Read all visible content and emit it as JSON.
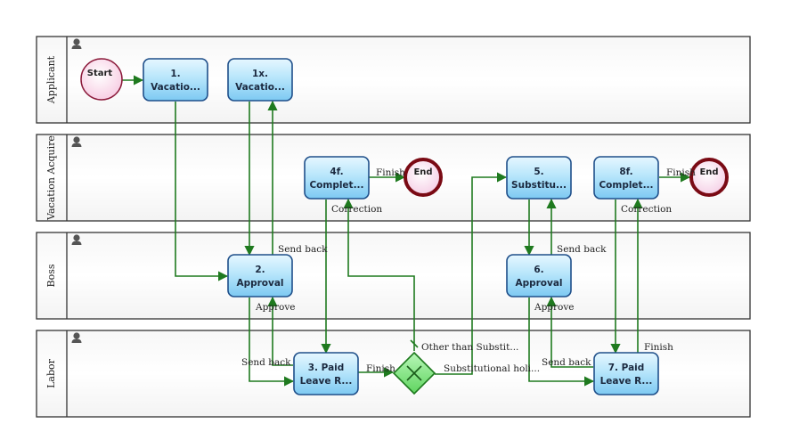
{
  "lanes": [
    {
      "id": "applicant",
      "label": "Applicant"
    },
    {
      "id": "vacation_acquire",
      "label": "Vacation Acquire"
    },
    {
      "id": "boss",
      "label": "Boss"
    },
    {
      "id": "labor",
      "label": "Labor"
    }
  ],
  "events": {
    "start": "Start",
    "end_1": "End",
    "end_2": "End"
  },
  "tasks": {
    "t1": {
      "line1": "1.",
      "line2": "Vacatio..."
    },
    "t1x": {
      "line1": "1x.",
      "line2": "Vacatio..."
    },
    "t4f": {
      "line1": "4f.",
      "line2": "Complet..."
    },
    "t5": {
      "line1": "5.",
      "line2": "Substitu..."
    },
    "t8f": {
      "line1": "8f.",
      "line2": "Complet..."
    },
    "t2": {
      "line1": "2.",
      "line2": "Approval"
    },
    "t6": {
      "line1": "6.",
      "line2": "Approval"
    },
    "t3": {
      "line1": "3. Paid",
      "line2": "Leave R..."
    },
    "t7": {
      "line1": "7. Paid",
      "line2": "Leave R..."
    }
  },
  "edge_labels": {
    "finish_4f": "Finish",
    "correction_4f": "Correction",
    "finish_8f": "Finish",
    "correction_8f": "Correction",
    "send_back_2": "Send back",
    "approve_2": "Approve",
    "send_back_6": "Send back",
    "approve_6": "Approve",
    "send_back_3": "Send back",
    "finish_3": "Finish",
    "other_than": "Other than Substit...",
    "substitutional": "Substitutional holi...",
    "send_back_7": "Send back",
    "finish_7": "Finish"
  },
  "colors": {
    "flow": "#1f7a1f",
    "task_stroke": "#1f4f8a",
    "gateway_fill": "#88e888",
    "start_fill": "#ffe0f0",
    "end_stroke": "#7a0a14"
  }
}
